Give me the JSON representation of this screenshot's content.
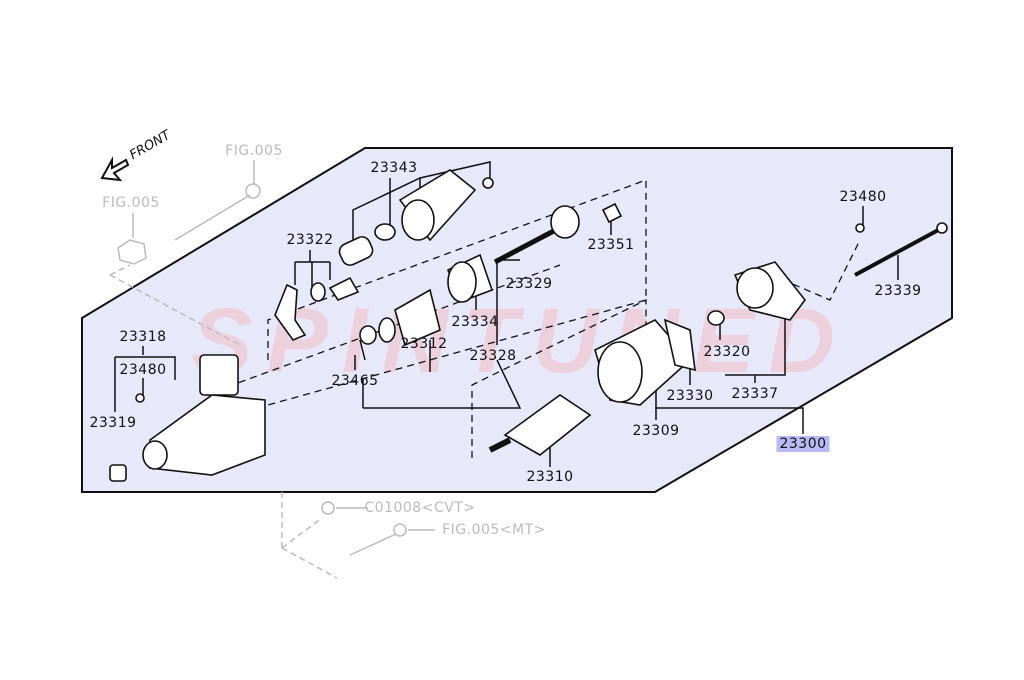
{
  "watermark": "SPINTUNED",
  "front_label": "FRONT",
  "references": {
    "fig005_top": "FIG.005",
    "fig005_left": "FIG.005",
    "c01008": "C01008<CVT>",
    "fig005_mt": "FIG.005<MT>"
  },
  "parts": {
    "p23343": "23343",
    "p23322": "23322",
    "p23318": "23318",
    "p23480_left": "23480",
    "p23319": "23319",
    "p23465": "23465",
    "p23312": "23312",
    "p23334": "23334",
    "p23328": "23328",
    "p23329": "23329",
    "p23351": "23351",
    "p23480_right": "23480",
    "p23339": "23339",
    "p23320": "23320",
    "p23337": "23337",
    "p23330": "23330",
    "p23309": "23309",
    "p23310": "23310",
    "p23300": "23300"
  },
  "colors": {
    "panel": "#e8e8fb",
    "highlight": "#b9b9f5",
    "watermark": "#f2b5b5"
  }
}
